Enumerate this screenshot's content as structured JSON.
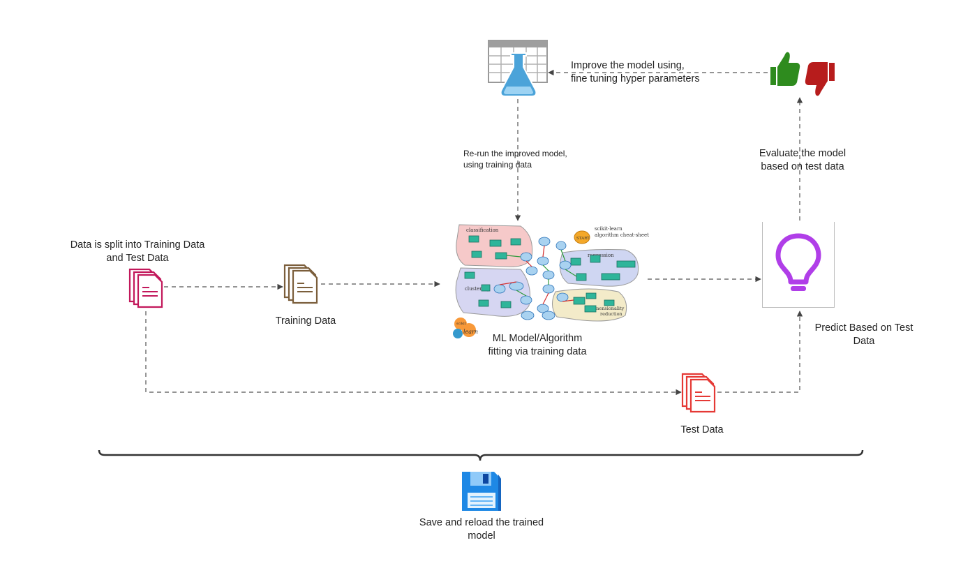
{
  "labels": {
    "improve_line1": "Improve the model using,",
    "improve_line2": "fine tuning hyper parameters",
    "rerun_line1": "Re-run the improved model,",
    "rerun_line2": "using training data",
    "evaluate_line1": "Evaluate the model",
    "evaluate_line2": "based on test data",
    "split_line1": "Data is split into Training Data",
    "split_line2": "and Test Data",
    "training_data": "Training Data",
    "ml_line1": "ML Model/Algorithm",
    "ml_line2": "fitting via training data",
    "predict_line1": "Predict Based on Test",
    "predict_line2": "Data",
    "test_data": "Test Data",
    "save_line1": "Save and reload the trained",
    "save_line2": "model"
  },
  "cheat_sheet": {
    "title_line1": "scikit-learn",
    "title_line2": "algorithm cheat-sheet",
    "start": "START",
    "regions": [
      "classification",
      "regression",
      "clustering",
      "dimensionality",
      "reduction"
    ],
    "logo_top": "scikit",
    "logo_bottom": "learn"
  },
  "icons": {
    "flask": "azure-ml-flask-icon",
    "thumbs_up": "thumbs-up-icon",
    "thumbs_down": "thumbs-down-icon",
    "source_docs": "documents-icon",
    "training_docs": "documents-icon",
    "test_docs": "documents-icon",
    "bulb": "lightbulb-icon",
    "save": "floppy-disk-icon"
  },
  "colors": {
    "source_docs": "#c2185b",
    "training_docs": "#7b5e3b",
    "test_docs": "#e53935",
    "bulb": "#b03ee8",
    "thumbs_up": "#2e8b1e",
    "thumbs_down": "#b71c1c",
    "flask": "#4ba3d9",
    "save": "#1e88e5",
    "connector": "#555555"
  }
}
